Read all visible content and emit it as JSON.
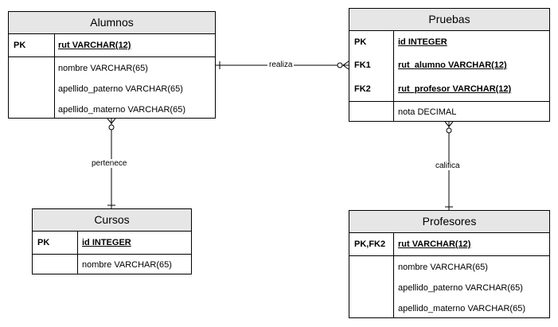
{
  "entities": {
    "alumnos": {
      "title": "Alumnos",
      "keys": [
        {
          "key": "PK",
          "attr": "rut VARCHAR(12)"
        }
      ],
      "attrs": [
        "nombre VARCHAR(65)",
        "apellido_paterno VARCHAR(65)",
        "apellido_materno VARCHAR(65)"
      ]
    },
    "pruebas": {
      "title": "Pruebas",
      "keys": [
        {
          "key": "PK",
          "attr": "id INTEGER"
        },
        {
          "key": "FK1",
          "attr": "rut_alumno VARCHAR(12)"
        },
        {
          "key": "FK2",
          "attr": "rut_profesor VARCHAR(12)"
        }
      ],
      "attrs": [
        "nota DECIMAL"
      ]
    },
    "cursos": {
      "title": "Cursos",
      "keys": [
        {
          "key": "PK",
          "attr": "id INTEGER"
        }
      ],
      "attrs": [
        "nombre VARCHAR(65)"
      ]
    },
    "profesores": {
      "title": "Profesores",
      "keys": [
        {
          "key": "PK,FK2",
          "attr": "rut VARCHAR(12)"
        }
      ],
      "attrs": [
        "nombre VARCHAR(65)",
        "apellido_paterno VARCHAR(65)",
        "apellido_materno VARCHAR(65)"
      ]
    }
  },
  "relations": {
    "realiza": "realiza",
    "pertenece": "pertenece",
    "califica": "califica"
  }
}
